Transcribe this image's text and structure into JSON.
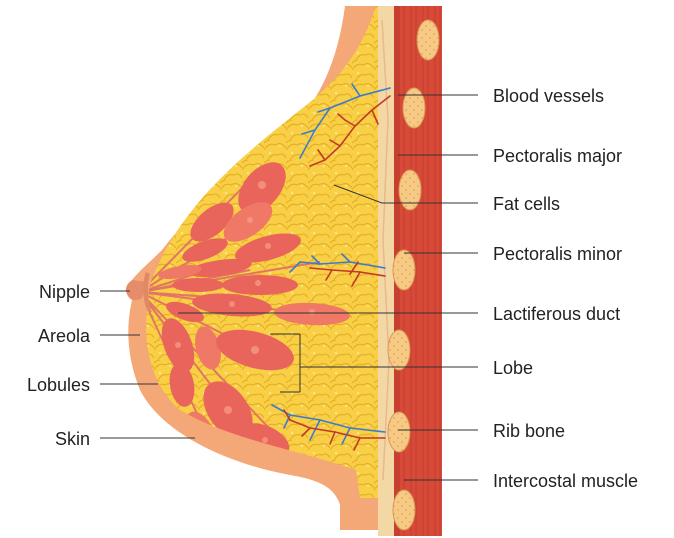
{
  "labels_right": [
    "Blood vessels",
    "Pectoralis major",
    "Fat cells",
    "Pectoralis minor",
    "Lactiferous duct",
    "Lobe",
    "Rib bone",
    "Intercostal muscle"
  ],
  "labels_left": [
    "Nipple",
    "Areola",
    "Lobules",
    "Skin"
  ],
  "colors": {
    "skin": "#f4a878",
    "fat": "#f8cf45",
    "fat_cell_outline": "#e3ad25",
    "lobe": "#e9655c",
    "lobe_light": "#f58a76",
    "muscle": "#d84a38",
    "muscle_dark": "#b93a2b",
    "rib": "#f6c985",
    "artery": "#c0392b",
    "vein": "#3c7cc8",
    "leader_line": "#333333"
  },
  "icons": [
    "breast-cross-section-illustration"
  ]
}
